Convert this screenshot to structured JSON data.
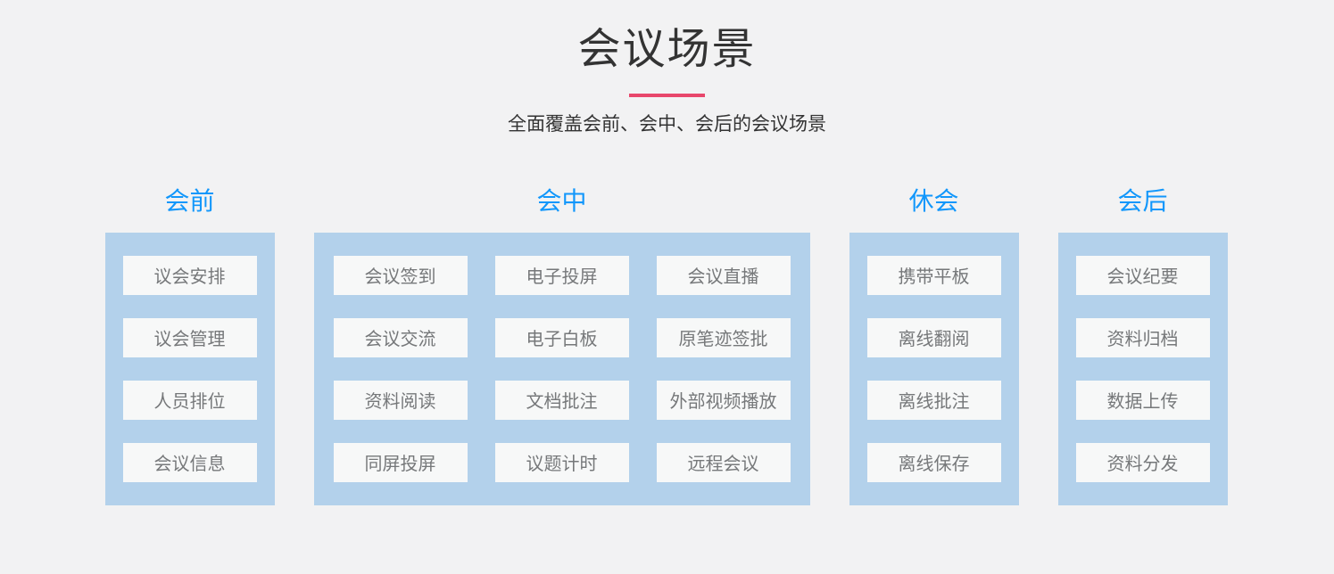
{
  "page": {
    "title": "会议场景",
    "subtitle": "全面覆盖会前、会中、会后的会议场景"
  },
  "colors": {
    "page_background": "#f2f2f3",
    "accent_blue": "#1297fb",
    "panel_blue": "#b3d1eb",
    "underline_red": "#e8476b",
    "feature_box_bg": "#f7f8f8",
    "feature_text": "#76787a",
    "title_text": "#333333"
  },
  "columns": [
    {
      "id": "pre-meeting",
      "label": "会前",
      "items": [
        "议会安排",
        "议会管理",
        "人员排位",
        "会议信息"
      ]
    },
    {
      "id": "in-meeting",
      "label": "会中",
      "items": [
        "会议签到",
        "电子投屏",
        "会议直播",
        "会议交流",
        "电子白板",
        "原笔迹签批",
        "资料阅读",
        "文档批注",
        "外部视频播放",
        "同屏投屏",
        "议题计时",
        "远程会议"
      ]
    },
    {
      "id": "recess",
      "label": "休会",
      "items": [
        "携带平板",
        "离线翻阅",
        "离线批注",
        "离线保存"
      ]
    },
    {
      "id": "post-meeting",
      "label": "会后",
      "items": [
        "会议纪要",
        "资料归档",
        "数据上传",
        "资料分发"
      ]
    }
  ]
}
